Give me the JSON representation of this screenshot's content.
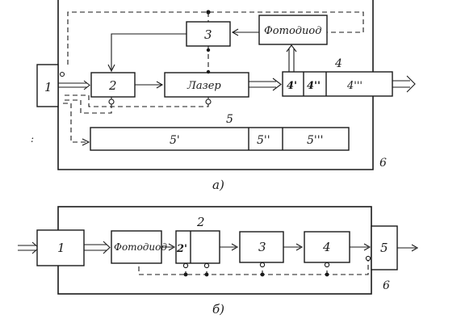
{
  "diagram_a": {
    "block_1": "1",
    "block_2": "2",
    "block_3": "3",
    "photodiode": "Фотодиод",
    "laser": "Лазер",
    "block_4_label": "4",
    "block_4_1": "4'",
    "block_4_2": "4''",
    "block_4_3": "4'''",
    "block_5_label": "5",
    "block_5_1": "5'",
    "block_5_2": "5''",
    "block_5_3": "5'''",
    "frame_label": "6",
    "caption": "а)"
  },
  "diagram_b": {
    "block_1": "1",
    "photodiode": "Фотодиод",
    "block_2_label": "2",
    "block_2_inner": "2'",
    "block_3": "3",
    "block_4": "4",
    "block_5": "5",
    "frame_label": "6",
    "caption": "б)"
  },
  "stray_mark": ":"
}
